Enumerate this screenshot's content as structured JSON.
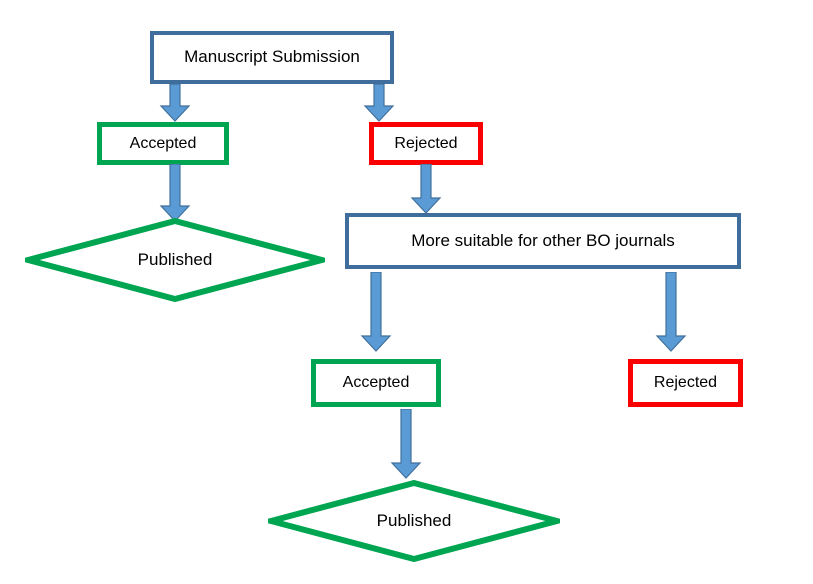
{
  "diagram": {
    "title": "Manuscript submission and review flowchart",
    "colors": {
      "blue_border": "#3f6d9c",
      "green_border": "#00a551",
      "red_border": "#fa0000",
      "arrow_fill": "#5b9bd5",
      "arrow_stroke": "#41719c",
      "background": "#ffffff",
      "text": "#000000"
    },
    "nodes": {
      "submission": {
        "label": "Manuscript Submission",
        "shape": "rectangle",
        "color": "blue"
      },
      "accepted_1": {
        "label": "Accepted",
        "shape": "rectangle",
        "color": "green"
      },
      "rejected_1": {
        "label": "Rejected",
        "shape": "rectangle",
        "color": "red"
      },
      "published_1": {
        "label": "Published",
        "shape": "diamond",
        "color": "green"
      },
      "more_suitable": {
        "label": "More suitable for other BO journals",
        "shape": "rectangle",
        "color": "blue"
      },
      "accepted_2": {
        "label": "Accepted",
        "shape": "rectangle",
        "color": "green"
      },
      "rejected_2": {
        "label": "Rejected",
        "shape": "rectangle",
        "color": "red"
      },
      "published_2": {
        "label": "Published",
        "shape": "diamond",
        "color": "green"
      }
    },
    "edges": [
      {
        "from": "submission",
        "to": "accepted_1",
        "direction": "down"
      },
      {
        "from": "submission",
        "to": "rejected_1",
        "direction": "down"
      },
      {
        "from": "accepted_1",
        "to": "published_1",
        "direction": "down"
      },
      {
        "from": "rejected_1",
        "to": "more_suitable",
        "direction": "down"
      },
      {
        "from": "more_suitable",
        "to": "accepted_2",
        "direction": "down"
      },
      {
        "from": "more_suitable",
        "to": "rejected_2",
        "direction": "down"
      },
      {
        "from": "accepted_2",
        "to": "published_2",
        "direction": "down"
      }
    ]
  }
}
